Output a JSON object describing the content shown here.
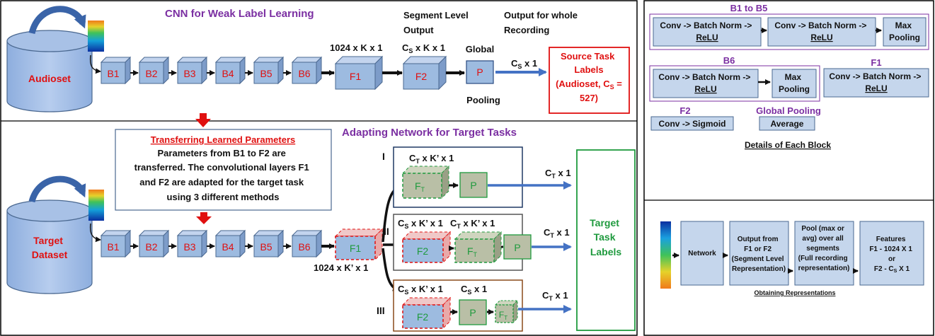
{
  "colors": {
    "block_fill": "#9dbbe0",
    "block_stroke": "#4a6890",
    "adapt_fill": "#b9bfa6",
    "red": "#e01010",
    "green": "#1f9a3e",
    "purple": "#7b2fa2",
    "arrow_blue": "#4472c4",
    "panel_fill": "#c5d6ec"
  },
  "top": {
    "title": "CNN for Weak Label Learning",
    "source_dataset": "Audioset",
    "blocks": [
      "B1",
      "B2",
      "B3",
      "B4",
      "B5",
      "B6"
    ],
    "f1": "F1",
    "f2": "F2",
    "p": "P",
    "dim_f1": "1024 x K x 1",
    "dim_f2_main": "C",
    "dim_f2_sub": "S",
    "dim_f2_tail": " x K x 1",
    "segment_output_1": "Segment Level",
    "segment_output_2": "Output",
    "output_whole_1": "Output for whole",
    "output_whole_2": "Recording",
    "global": "Global",
    "pooling": "Pooling",
    "cs_main": "C",
    "cs_sub": "S",
    "cs_tail": "  x 1",
    "source_labels_1": "Source Task",
    "source_labels_2": "Labels",
    "source_labels_3": "(Audioset, C",
    "source_labels_3_sub": "S",
    "source_labels_3_tail": " =",
    "source_labels_4": "527)"
  },
  "bottom": {
    "title": "Adapting Network for Target Tasks",
    "target_dataset_1": "Target",
    "target_dataset_2": "Dataset",
    "transfer_title": "Transferring Learned Parameters",
    "transfer_line1": "Parameters from B1 to F2 are",
    "transfer_line2": "transferred. The convolutional layers F1",
    "transfer_line3": "and  F2 are adapted for the target task",
    "transfer_line4": "using 3 different methods",
    "blocks": [
      "B1",
      "B2",
      "B3",
      "B4",
      "B5",
      "B6"
    ],
    "f1": "F1",
    "dim_f1": "1024 x K’ x 1",
    "target_labels": [
      "Target",
      "Task",
      "Labels"
    ],
    "method_1": {
      "numeral": "I",
      "dim_main": "C",
      "dim_sub": "T",
      "dim_tail": " x K’ x 1",
      "ft_main": "F",
      "ft_sub": "T",
      "p": "P",
      "out_main": "C",
      "out_sub": "T",
      "out_tail": "  x 1"
    },
    "method_2": {
      "numeral": "II",
      "dim1_main": "C",
      "dim1_sub": "S",
      "dim1_tail": " x K’ x 1",
      "dim2_main": "C",
      "dim2_sub": "T",
      "dim2_tail": " x K’ x 1",
      "f2": "F2",
      "ft_main": "F",
      "ft_sub": "T",
      "p": "P",
      "out_main": "C",
      "out_sub": "T",
      "out_tail": "  x 1"
    },
    "method_3": {
      "numeral": "III",
      "dim1_main": "C",
      "dim1_sub": "S",
      "dim1_tail": " x K’ x 1",
      "dim2_main": "C",
      "dim2_sub": "S",
      "dim2_tail": "  x 1",
      "f2": "F2",
      "p": "P",
      "ft_main": "F",
      "ft_sub": "T",
      "out_main": "C",
      "out_sub": "T",
      "out_tail": "  x 1"
    }
  },
  "details": {
    "b1_b5_title": "B1 to B5",
    "conv_bn_relu_1": "Conv -> Batch Norm ->",
    "conv_bn_relu_2": "ReLU",
    "max_pooling_1": "Max",
    "max_pooling_2": "Pooling",
    "b6_title": "B6",
    "f1_title": "F1",
    "f2_title": "F2",
    "conv_sigmoid": "Conv -> Sigmoid",
    "global_pooling_title": "Global Pooling",
    "average": "Average",
    "caption": "Details of Each Block"
  },
  "representations": {
    "network": "Network",
    "output_from": [
      "Output from",
      "F1 or F2",
      "(Segment Level",
      "Representation)"
    ],
    "pool": [
      "Pool (max or",
      "avg) over all",
      "segments",
      "(Full recording",
      "representation)"
    ],
    "features": [
      "Features",
      "F1 - 1024 X 1",
      "or",
      "F2 - C"
    ],
    "features_sub": "S",
    "features_tail": " X 1",
    "caption": "Obtaining Representations"
  }
}
